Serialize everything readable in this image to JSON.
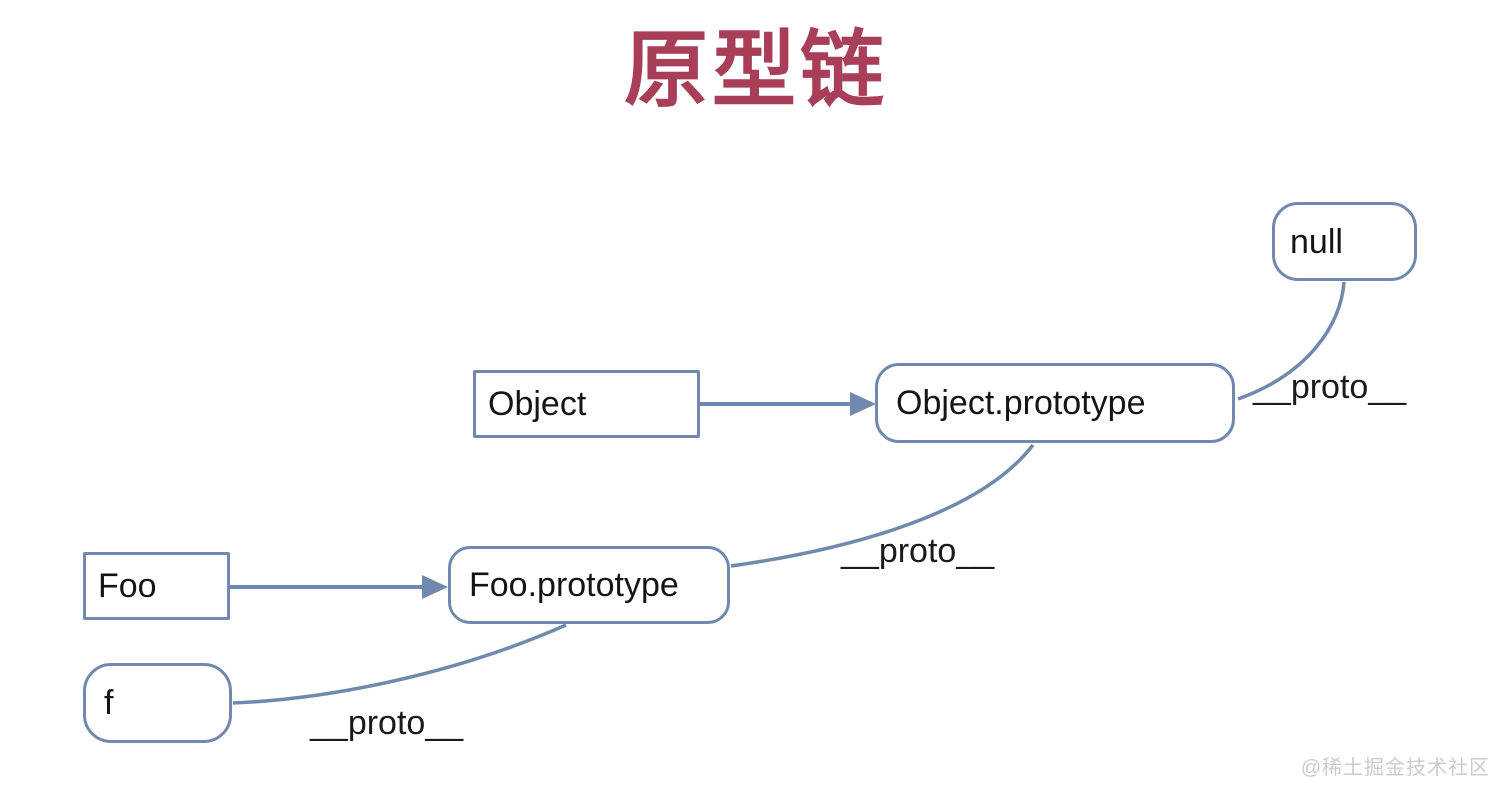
{
  "title": "原型链",
  "nodes": {
    "null_box": {
      "label": "null",
      "shape": "rounded"
    },
    "object": {
      "label": "Object",
      "shape": "rect"
    },
    "object_prototype": {
      "label": "Object.prototype",
      "shape": "rounded"
    },
    "foo": {
      "label": "Foo",
      "shape": "rect"
    },
    "foo_prototype": {
      "label": "Foo.prototype",
      "shape": "rounded"
    },
    "f": {
      "label": "f",
      "shape": "rounded"
    }
  },
  "edges": [
    {
      "from": "Object",
      "to": "Object.prototype",
      "type": "straight-arrow",
      "label": ""
    },
    {
      "from": "Foo",
      "to": "Foo.prototype",
      "type": "straight-arrow",
      "label": ""
    },
    {
      "from": "null",
      "to": "Object.prototype",
      "type": "curve",
      "label": "__proto__"
    },
    {
      "from": "Object.prototype",
      "to": "Foo.prototype",
      "type": "curve",
      "label": "__proto__"
    },
    {
      "from": "Foo.prototype",
      "to": "f",
      "type": "curve",
      "label": "__proto__"
    }
  ],
  "edge_labels": {
    "null_proto": "__proto__",
    "object_proto": "__proto__",
    "foo_proto": "__proto__"
  },
  "watermark": "@稀土掘金技术社区",
  "colors": {
    "line": "#7089ad",
    "title": "#a83e58",
    "text": "#151515",
    "watermark": "#cccccc",
    "background": "#ffffff"
  }
}
